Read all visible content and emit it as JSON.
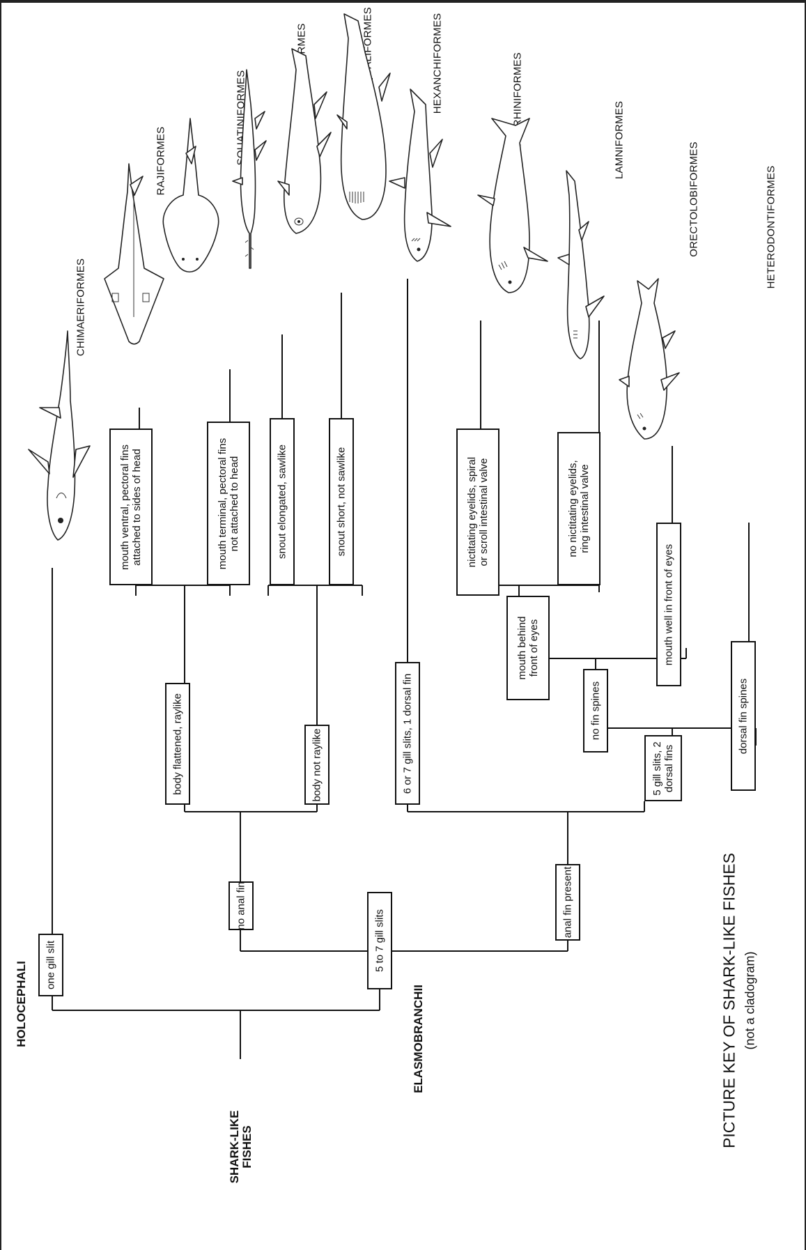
{
  "title": {
    "main": "PICTURE KEY OF SHARK-LIKE FISHES",
    "sub": "(not a cladogram)"
  },
  "groups": {
    "root": "SHARK-LIKE\nFISHES",
    "holocephali": "HOLOCEPHALI",
    "elasmobranchii": "ELASMOBRANCHII"
  },
  "keys": {
    "one_gill_slit": "one gill slit",
    "five_to_seven_gill_slits": "5 to 7 gill slits",
    "no_anal_fin": "no anal fin",
    "anal_fin_present": "anal fin present",
    "body_flattened": "body flattened, raylike",
    "body_not_raylike": "body not raylike",
    "six_or_seven_gill_slits": "6 or 7 gill slits, 1 dorsal fin",
    "five_gill_slits": "5 gill slits, 2\ndorsal fins",
    "mouth_ventral": "mouth ventral, pectoral fins\nattached to sides of head",
    "mouth_terminal": "mouth terminal, pectoral fins\nnot attached to head",
    "snout_elongated": "snout elongated, sawlike",
    "snout_short": "snout short, not sawlike",
    "no_fin_spines": "no fin spines",
    "dorsal_fin_spines": "dorsal fin spines",
    "mouth_behind_eyes": "mouth behind\nfront of eyes",
    "mouth_well_in_front": "mouth well in front of eyes",
    "nictitating": "nictitating eyelids, spiral\nor scroll intestinal valve",
    "no_nictitating": "no nictitating eyelids,\nring intestinal valve"
  },
  "orders": {
    "chimaeriformes": "CHIMAERIFORMES",
    "rajiformes": "RAJIFORMES",
    "squatiniformes": "SQUATINIFORMES",
    "pristiophoriformes": "PRISTIOPHORIFORMES",
    "squaliformes": "SQUALIFORMES",
    "hexanchiformes": "HEXANCHIFORMES",
    "carcharhiniformes": "CARCHARHINIFORMES",
    "lamniformes": "LAMNIFORMES",
    "orectolobiformes": "ORECTOLOBIFORMES",
    "heterodontiformes": "HETERODONTIFORMES"
  },
  "fish_icons": [
    "chimaera-fish-icon",
    "ray-fish-icon",
    "angel-shark-icon",
    "saw-shark-icon",
    "dogfish-shark-icon",
    "sixgill-shark-icon",
    "requiem-shark-icon",
    "mackerel-shark-icon",
    "carpet-shark-icon",
    "horn-shark-icon"
  ],
  "colors": {
    "ink": "#111111",
    "background": "#ffffff"
  }
}
